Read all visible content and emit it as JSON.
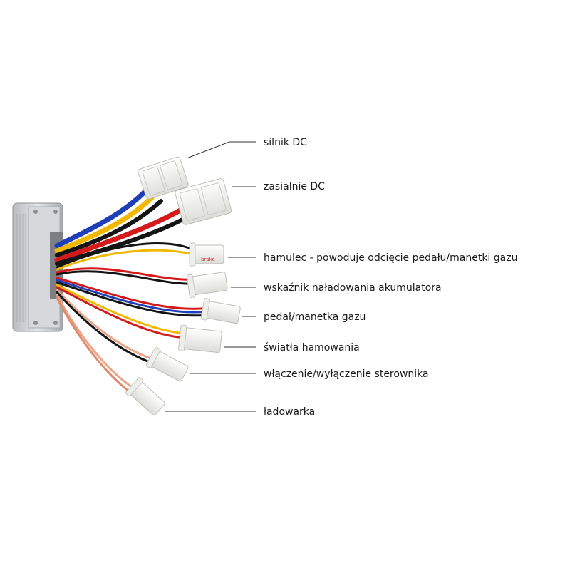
{
  "labels": [
    "silnik DC",
    "zasialnie DC",
    "hamulec - powoduje odcięcie pedału/manetki gazu",
    "wskaźnik naładowania akumulatora",
    "pedał/manetka gazu",
    "światła hamowania",
    "włączenie/wyłączenie sterownika",
    "ładowarka"
  ],
  "connector_markings": {
    "brake": "brake"
  },
  "colors": {
    "wire_blue": "#1f3fb8",
    "wire_yellow": "#f2b800",
    "wire_red": "#d41a1a",
    "wire_black": "#141414",
    "wire_pink": "#e8a58a",
    "connector_white": "#f4f4f2",
    "controller_body": "#c9ccd0"
  }
}
